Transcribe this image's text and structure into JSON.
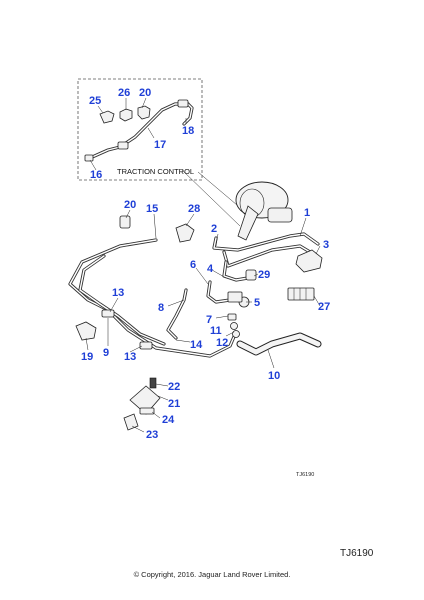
{
  "diagram": {
    "inset_label": "TRACTION CONTROL",
    "small_code": "TJ6190",
    "callouts": {
      "c1": "1",
      "c2": "2",
      "c3": "3",
      "c4": "4",
      "c5": "5",
      "c6": "6",
      "c7": "7",
      "c8": "8",
      "c9": "9",
      "c10": "10",
      "c11": "11",
      "c12": "12",
      "c13a": "13",
      "c13b": "13",
      "c14": "14",
      "c15": "15",
      "c16": "16",
      "c17": "17",
      "c18": "18",
      "c19": "19",
      "c20a": "20",
      "c20b": "20",
      "c21": "21",
      "c22": "22",
      "c23": "23",
      "c24": "24",
      "c25": "25",
      "c26": "26",
      "c27": "27",
      "c28": "28",
      "c29": "29"
    }
  },
  "footer": {
    "code": "TJ6190",
    "copyright": "© Copyright, 2016. Jaguar Land Rover Limited."
  }
}
